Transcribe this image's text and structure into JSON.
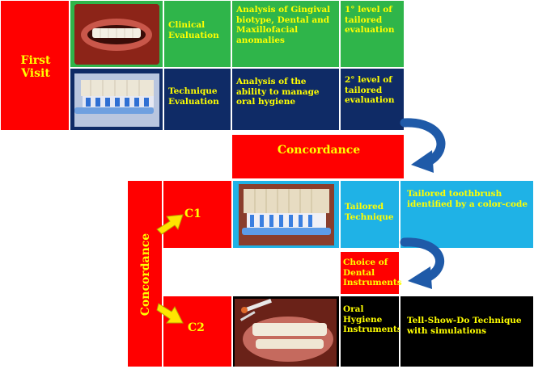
{
  "first_visit": {
    "label_line1": "First",
    "label_line2": "Visit"
  },
  "row1": {
    "step": "Clinical Evaluation",
    "analysis": "Analysis of Gingival biotype, Dental and Maxillofacial anomalies",
    "level": "1° level of tailored evaluation"
  },
  "row2": {
    "step": "Technique Evaluation",
    "analysis": "Analysis of the ability to manage oral hygiene",
    "level": "2° level of tailored evaluation"
  },
  "concordance_main": "Concordance",
  "concordance_side": "Concordance",
  "c1": {
    "label": "C1",
    "technique": "Tailored Technique",
    "description": "Tailored toothbrush identified by a color-code"
  },
  "choice": "Choice of Dental Instruments",
  "c2": {
    "label": "C2",
    "instruments": "Oral Hygiene Instruments",
    "description": "Tell-Show-Do Technique with simulations"
  },
  "colors": {
    "red": "#ff0000",
    "green": "#2fb54a",
    "navy": "#0f2b66",
    "cyan": "#1fb2e6",
    "text_yellow": "#ffff00",
    "arrow_blue": "#1f5aa8"
  }
}
